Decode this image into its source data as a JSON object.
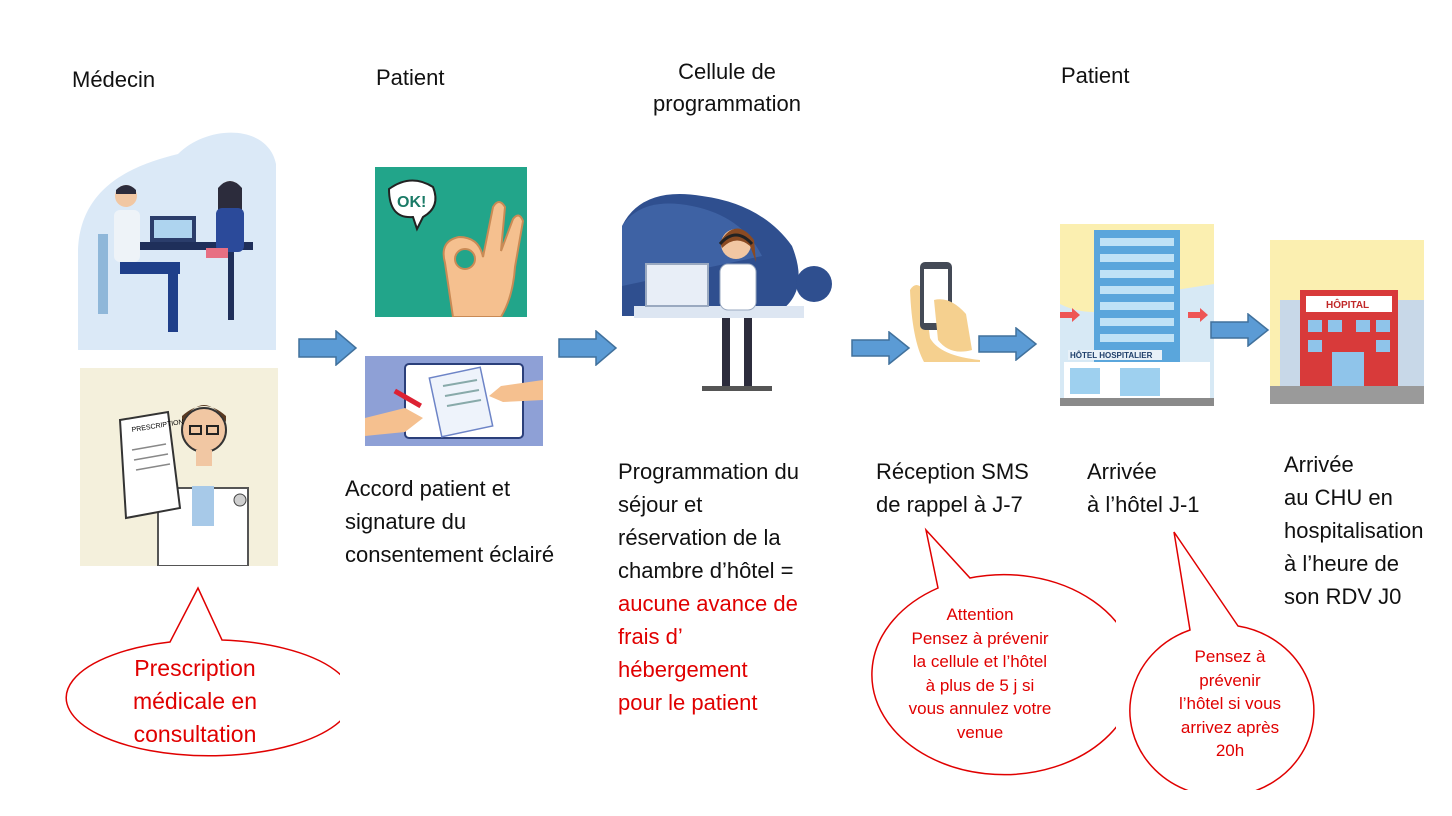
{
  "headers": {
    "medecin": "Médecin",
    "patient1": "Patient",
    "cellule_line1": "Cellule de",
    "cellule_line2": "programmation",
    "patient2": "Patient"
  },
  "images": {
    "ok_text": "OK!",
    "prescription_text": "PRESCRIPTION",
    "hotel_sign": "HÔTEL HOSPITALIER",
    "hopital_sign": "HÔPITAL"
  },
  "steps": {
    "accord": [
      "Accord patient et",
      "signature du",
      "consentement éclairé"
    ],
    "programmation": [
      "Programmation du",
      "séjour  et",
      "réservation de la",
      "chambre d’hôtel ="
    ],
    "programmation_red": [
      "aucune avance de",
      "frais d’",
      "hébergement",
      "pour le patient"
    ],
    "sms": [
      "Réception SMS",
      "de rappel  à J-7"
    ],
    "hotel": [
      "Arrivée",
      "à l’hôtel  J-1"
    ],
    "chu": [
      "Arrivée",
      "au CHU en",
      "hospitalisation",
      "à l’heure de",
      "son RDV J0"
    ]
  },
  "bubbles": {
    "prescription": [
      "Prescription",
      "médicale en",
      "consultation"
    ],
    "attention": [
      "Attention",
      "Pensez à prévenir",
      "la cellule et l’hôtel",
      "à plus de 5 j  si",
      "vous annulez votre",
      "venue"
    ],
    "hotel_warning": [
      "Pensez à",
      "prévenir",
      "l’hôtel si vous",
      "arrivez après",
      "20h"
    ]
  },
  "colors": {
    "arrow_fill": "#5b9bd5",
    "arrow_stroke": "#41719c",
    "bubble_stroke": "#e00000",
    "red_text": "#e00000"
  }
}
